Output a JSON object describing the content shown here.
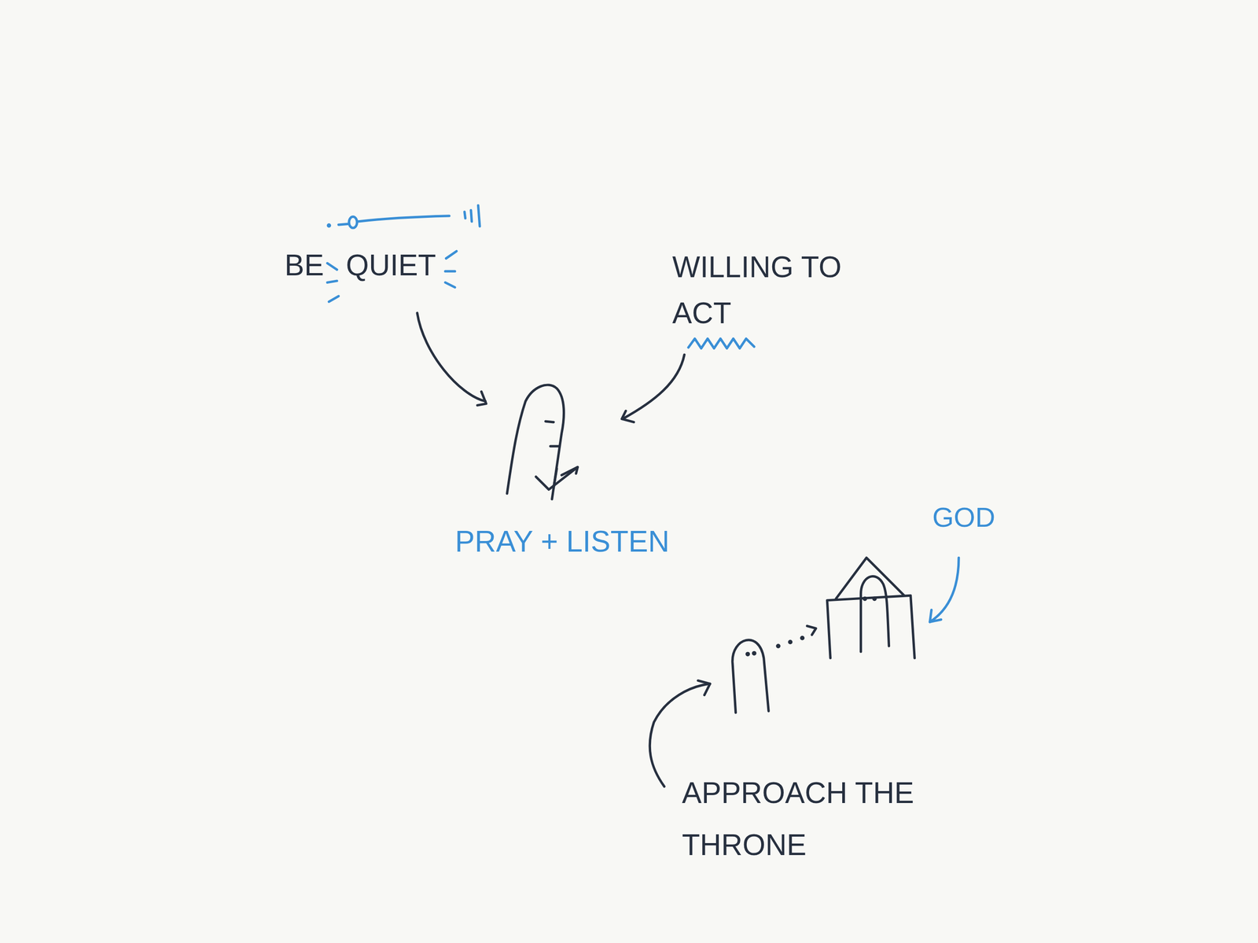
{
  "diagram": {
    "labels": [
      "BE QUIET",
      "WILLING TO ACT",
      "PRAY + LISTEN",
      "GOD",
      "APPROACH THE THRONE"
    ]
  }
}
